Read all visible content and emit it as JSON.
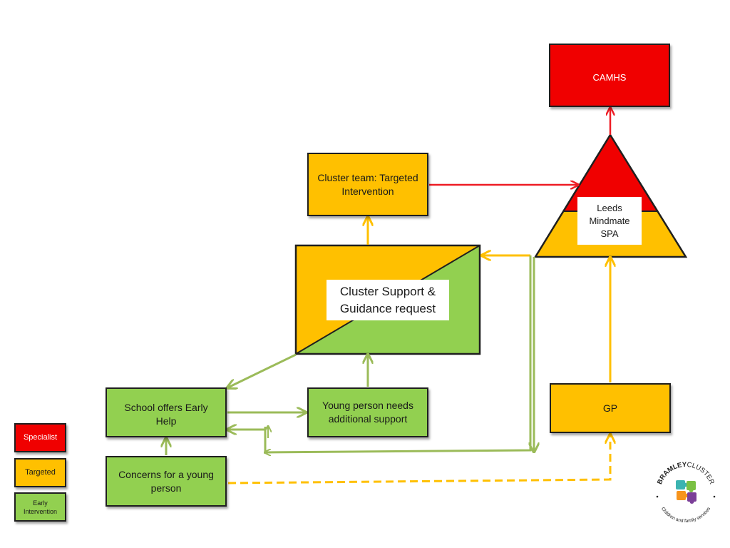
{
  "nodes": {
    "camhs": "CAMHS",
    "cluster_team": "Cluster team: Targeted\nIntervention",
    "leeds_spa": "Leeds\nMindmate\nSPA",
    "cluster_request": "Cluster Support &\nGuidance request",
    "school": "School offers Early\nHelp",
    "young_person": "Young person needs\nadditional support",
    "gp": "GP",
    "concerns": "Concerns for a young\nperson"
  },
  "legend": {
    "specialist": "Specialist",
    "targeted": "Targeted",
    "early_intervention": "Early\nIntervention"
  },
  "logo": {
    "name_bold": "BRAMLEY",
    "name_light": "CLUSTER",
    "tagline": "Children and family services"
  },
  "colors": {
    "specialist": "#f00000",
    "targeted": "#ffc000",
    "early_intervention": "#92d050",
    "arrow_red": "#ee1c24",
    "arrow_amber": "#ffc000",
    "arrow_green": "#9bbb59"
  }
}
